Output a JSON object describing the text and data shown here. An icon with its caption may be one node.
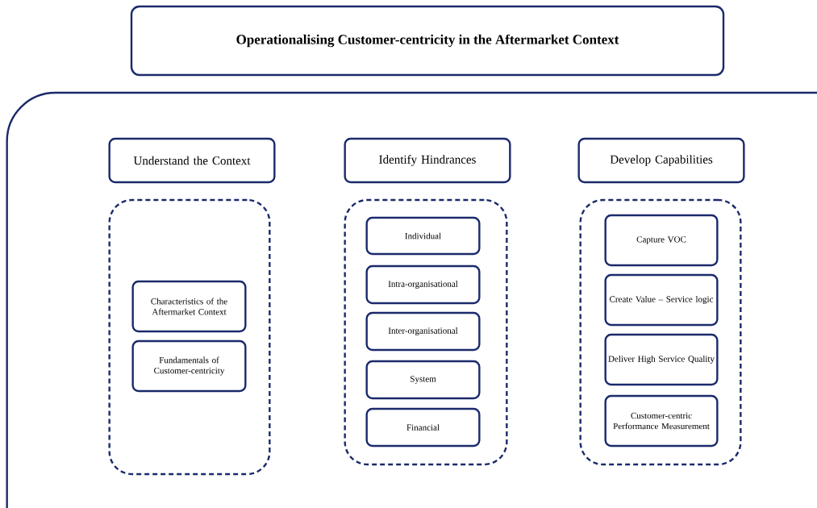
{
  "diagram": {
    "title": "Operationalising Customer-centricity in the Aftermarket Context",
    "nodes": [
      {
        "text": [],
        "shape": "box"
      },
      {
        "text": [
          "Understand the Context"
        ],
        "in": 0
      },
      {
        "text": [
          "Identify Hindrances"
        ],
        "in": 0
      },
      {
        "text": [
          "Develop Capabilities"
        ],
        "in": 0
      },
      {
        "text": [],
        "shape": "box",
        "in": 0
      },
      {
        "text": [],
        "shape": "box",
        "in": 0
      },
      {
        "text": [],
        "shape": "box",
        "in": 0
      },
      {
        "text": [
          "Characteristics of the Aftermarket Context"
        ],
        "in": 4
      },
      {
        "text": [
          "Fundamentals of Customer-centricity"
        ],
        "in": 4
      },
      {
        "text": [
          "Individual"
        ],
        "in": 5
      },
      {
        "text": [
          "Intra-organisational"
        ],
        "in": 5
      },
      {
        "text": [
          "Inter-organisational"
        ],
        "in": 5
      },
      {
        "text": [
          "System"
        ],
        "in": 5
      },
      {
        "text": [
          "Financial"
        ],
        "in": 5
      },
      {
        "text": [
          "Capture VOC"
        ],
        "in": 6
      },
      {
        "text": [
          "Create Value – Service logic"
        ],
        "in": 6
      },
      {
        "text": [
          "Deliver High Service Quality"
        ],
        "in": 6
      },
      {
        "text": [
          "Customer-centric Performance Measurement"
        ],
        "in": 6
      }
    ],
    "edges": []
  }
}
